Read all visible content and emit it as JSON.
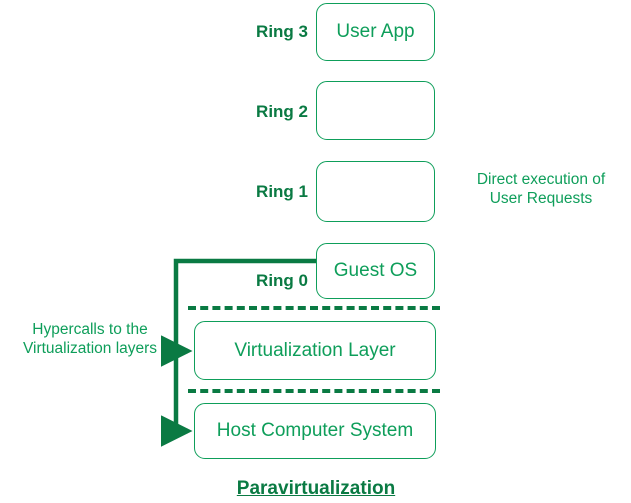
{
  "diagram": {
    "caption": "Paravirtualization",
    "accent_color": "#0e9e5a",
    "accent_dark_color": "#0a7a43",
    "background_color": "#ffffff",
    "rings": [
      {
        "label": "Ring 3",
        "box_text": "User App"
      },
      {
        "label": "Ring 2",
        "box_text": ""
      },
      {
        "label": "Ring 1",
        "box_text": ""
      },
      {
        "label": "Ring 0",
        "box_text": "Guest OS"
      }
    ],
    "layers": [
      {
        "text": "Virtualization Layer"
      },
      {
        "text": "Host Computer System"
      }
    ],
    "annotations": {
      "right_note_line1": "Direct execution of",
      "right_note_line2": "User Requests",
      "left_note_line1": "Hypercalls to the",
      "left_note_line2": "Virtualization layers"
    }
  }
}
